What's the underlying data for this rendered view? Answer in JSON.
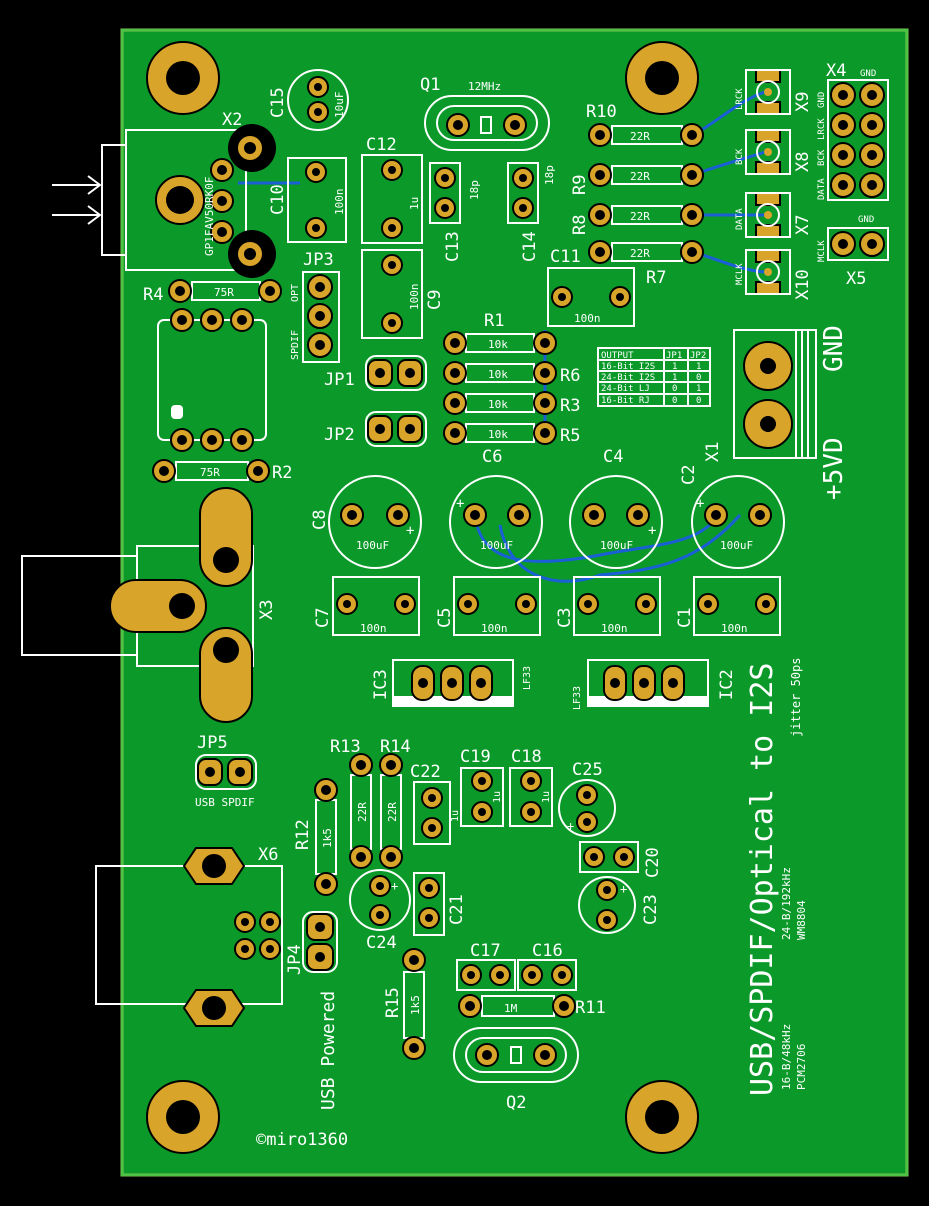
{
  "board": {
    "title": "USB/SPDIF/Optical to I2S",
    "spec_top": "24-B/192kHz",
    "spec_top_chip": "WM8804",
    "spec_bottom": "16-B/48kHz",
    "spec_bottom_chip": "PCM2706",
    "jitter": "jitter 50ps",
    "copyright": "©miro1360",
    "usb_powered": "USB Powered",
    "power_plus": "+5VD",
    "power_gnd": "GND",
    "pcb_color": "#0b9a2a",
    "pad_color": "#d9a42a",
    "trace_color": "#1a5fd6"
  },
  "parts": {
    "Q1": "Q1",
    "Q1_val": "12MHz",
    "Q2": "Q2",
    "X1": "X1",
    "X2": "X2",
    "X2_val": "GP1FAV50RK0F",
    "X3": "X3",
    "X4": "X4",
    "X5": "X5",
    "X6": "X6",
    "X7": "X7",
    "X8": "X8",
    "X9": "X9",
    "X10": "X10",
    "C1": "C1",
    "C2": "C2",
    "C3": "C3",
    "C4": "C4",
    "C5": "C5",
    "C6": "C6",
    "C7": "C7",
    "C8": "C8",
    "C9": "C9",
    "C10": "C10",
    "C11": "C11",
    "C12": "C12",
    "C13": "C13",
    "C14": "C14",
    "C15": "C15",
    "C16": "C16",
    "C17": "C17",
    "C18": "C18",
    "C19": "C19",
    "C20": "C20",
    "C21": "C21",
    "C22": "C22",
    "C23": "C23",
    "C24": "C24",
    "C25": "C25",
    "R1": "R1",
    "R2": "R2",
    "R3": "R3",
    "R4": "R4",
    "R5": "R5",
    "R6": "R6",
    "R7": "R7",
    "R8": "R8",
    "R9": "R9",
    "R10": "R10",
    "R11": "R11",
    "R12": "R12",
    "R13": "R13",
    "R14": "R14",
    "R15": "R15",
    "IC2": "IC2",
    "IC3": "IC3",
    "JP1": "JP1",
    "JP2": "JP2",
    "JP3": "JP3",
    "JP4": "JP4",
    "JP5": "JP5"
  },
  "values": {
    "v100n": "100n",
    "v100uF": "100uF",
    "v1u": "1u",
    "v18p": "18p",
    "v10uF": "10uF",
    "v22R": "22R",
    "v10k": "10k",
    "v75R": "75R",
    "v1k5": "1k5",
    "v1M": "1M",
    "lf33": "LF33"
  },
  "labels": {
    "spdif": "SPDIF",
    "opt": "OPT",
    "usb_spdif": "USB SPDIF",
    "lrck": "LRCK",
    "bck": "BCK",
    "data": "DATA",
    "mclk": "MCLK",
    "gnd": "GND"
  },
  "table": {
    "header": [
      "OUTPUT",
      "JP1",
      "JP2"
    ],
    "rows": [
      [
        "16-Bit I2S",
        "1",
        "1"
      ],
      [
        "24-Bit I2S",
        "1",
        "0"
      ],
      [
        "24-Bit LJ",
        "0",
        "1"
      ],
      [
        "16-Bit RJ",
        "0",
        "0"
      ]
    ]
  }
}
